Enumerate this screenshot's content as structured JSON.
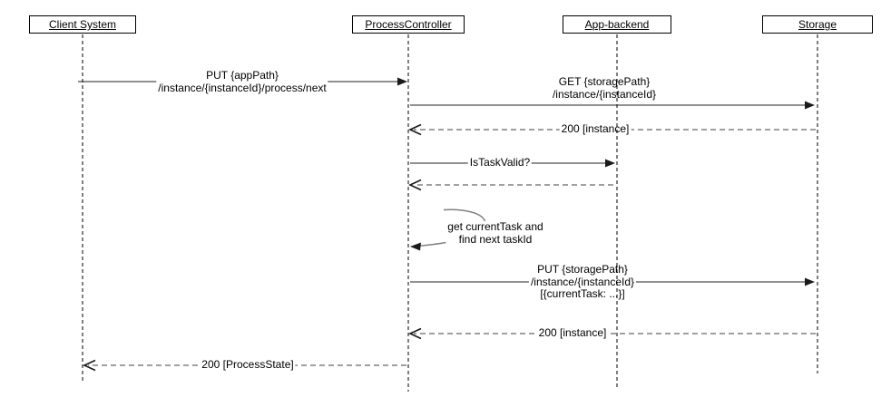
{
  "diagram": {
    "kind": "uml-sequence-diagram",
    "participants": [
      {
        "label": "Client System"
      },
      {
        "label": "ProcessController"
      },
      {
        "label": "App-backend"
      },
      {
        "label": "Storage"
      }
    ],
    "messages": [
      {
        "name": "put-apppath",
        "from": "Client System",
        "to": "ProcessController",
        "type": "sync",
        "lines": [
          "PUT {appPath}",
          "/instance/{instanceId}/process/next"
        ]
      },
      {
        "name": "get-storagepath",
        "from": "ProcessController",
        "to": "Storage",
        "type": "sync",
        "lines": [
          "GET {storagePath}",
          "/instance/{instanceId}"
        ]
      },
      {
        "name": "return-instance-1",
        "from": "Storage",
        "to": "ProcessController",
        "type": "return",
        "lines": [
          "200 [instance]"
        ]
      },
      {
        "name": "is-task-valid",
        "from": "ProcessController",
        "to": "App-backend",
        "type": "sync",
        "lines": [
          "IsTaskValid?"
        ]
      },
      {
        "name": "return-task-valid",
        "from": "App-backend",
        "to": "ProcessController",
        "type": "return",
        "lines": []
      },
      {
        "name": "self-current-task",
        "from": "ProcessController",
        "to": "ProcessController",
        "type": "self",
        "lines": [
          "get currentTask and",
          "find next taskId"
        ]
      },
      {
        "name": "put-storagepath",
        "from": "ProcessController",
        "to": "Storage",
        "type": "sync",
        "lines": [
          "PUT {storagePath}",
          "/instance/{instanceId}",
          "[{currentTask: ...}]"
        ]
      },
      {
        "name": "return-instance-2",
        "from": "Storage",
        "to": "ProcessController",
        "type": "return",
        "lines": [
          "200 [instance]"
        ]
      },
      {
        "name": "return-processstate",
        "from": "ProcessController",
        "to": "Client System",
        "type": "return",
        "lines": [
          "200 [ProcessState]"
        ]
      }
    ],
    "colors": {
      "background": "#ffffff",
      "message_line": "#808080",
      "arrowhead": "#1a1a1a",
      "lifeline": "#000000",
      "text": "#000000",
      "participant_border": "#000000"
    }
  }
}
